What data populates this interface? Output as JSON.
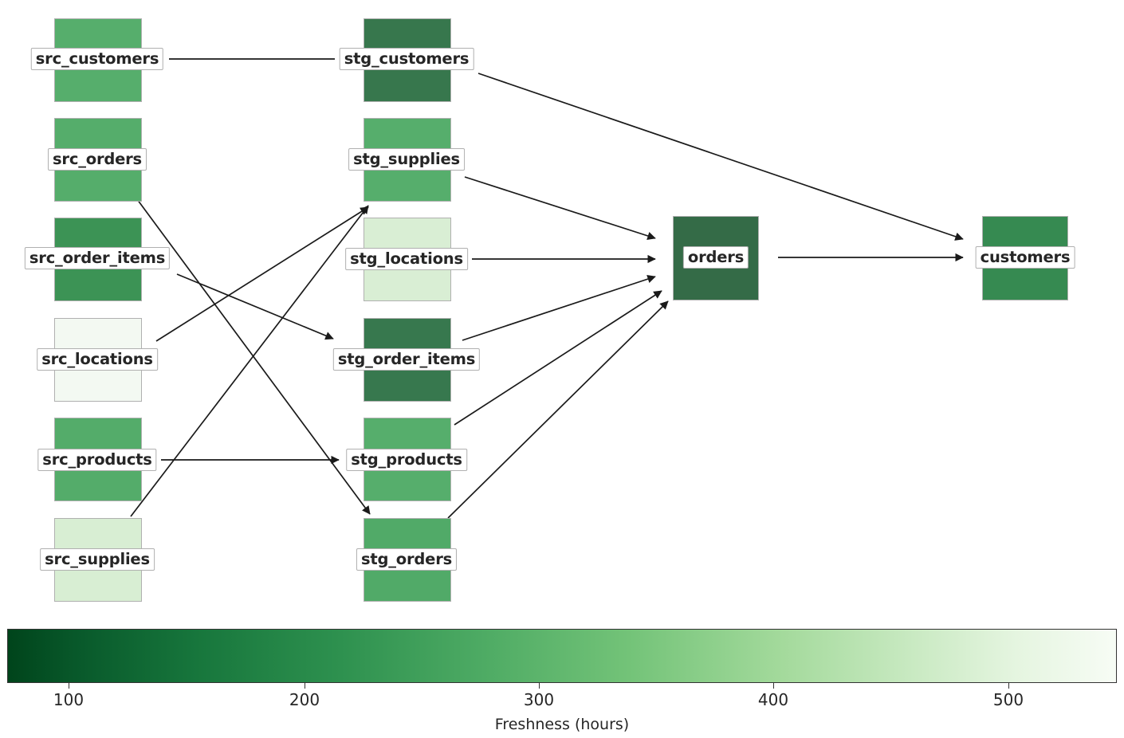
{
  "chart_data": {
    "type": "diagram",
    "subtype": "data-lineage-dag",
    "title": "",
    "colorbar": {
      "label": "Freshness (hours)",
      "ticks": [
        100,
        200,
        300,
        400,
        500
      ],
      "tick_labels": [
        "100",
        "200",
        "300",
        "400",
        "500"
      ],
      "range": [
        62,
        560
      ],
      "colormap": "Greens_reversed",
      "dark_end_value": 62,
      "light_end_value": 560
    },
    "nodes": [
      {
        "id": "src_customers",
        "label": "src_customers",
        "layer": 0,
        "row": 0,
        "color": "#56ae6c",
        "freshness": 232
      },
      {
        "id": "src_orders",
        "label": "src_orders",
        "layer": 0,
        "row": 1,
        "color": "#55ad6b",
        "freshness": 231
      },
      {
        "id": "src_order_items",
        "label": "src_order_items",
        "layer": 0,
        "row": 2,
        "color": "#3c9355",
        "freshness": 182
      },
      {
        "id": "src_locations",
        "label": "src_locations",
        "layer": 0,
        "row": 3,
        "color": "#f3f9f2",
        "freshness": 545
      },
      {
        "id": "src_products",
        "label": "src_products",
        "layer": 0,
        "row": 4,
        "color": "#54ac6a",
        "freshness": 230
      },
      {
        "id": "src_supplies",
        "label": "src_supplies",
        "layer": 0,
        "row": 5,
        "color": "#d8eed3",
        "freshness": 472
      },
      {
        "id": "stg_customers",
        "label": "stg_customers",
        "layer": 1,
        "row": 0,
        "color": "#37774d",
        "freshness": 140
      },
      {
        "id": "stg_supplies",
        "label": "stg_supplies",
        "layer": 1,
        "row": 1,
        "color": "#56ae6c",
        "freshness": 232
      },
      {
        "id": "stg_locations",
        "label": "stg_locations",
        "layer": 1,
        "row": 2,
        "color": "#d9eed4",
        "freshness": 470
      },
      {
        "id": "stg_order_items",
        "label": "stg_order_items",
        "layer": 1,
        "row": 3,
        "color": "#37784e",
        "freshness": 141
      },
      {
        "id": "stg_products",
        "label": "stg_products",
        "layer": 1,
        "row": 4,
        "color": "#56ae6c",
        "freshness": 232
      },
      {
        "id": "stg_orders",
        "label": "stg_orders",
        "layer": 1,
        "row": 5,
        "color": "#51aa68",
        "freshness": 226
      },
      {
        "id": "orders",
        "label": "orders",
        "layer": 2,
        "row": 0,
        "color": "#346b47",
        "freshness": 122
      },
      {
        "id": "customers",
        "label": "customers",
        "layer": 3,
        "row": 0,
        "color": "#368a51",
        "freshness": 168
      }
    ],
    "edges": [
      {
        "from": "src_customers",
        "to": "stg_customers"
      },
      {
        "from": "src_orders",
        "to": "stg_orders"
      },
      {
        "from": "src_order_items",
        "to": "stg_order_items"
      },
      {
        "from": "src_locations",
        "to": "stg_locations"
      },
      {
        "from": "src_products",
        "to": "stg_products"
      },
      {
        "from": "src_supplies",
        "to": "stg_supplies"
      },
      {
        "from": "stg_supplies",
        "to": "orders"
      },
      {
        "from": "stg_locations",
        "to": "orders"
      },
      {
        "from": "stg_order_items",
        "to": "orders"
      },
      {
        "from": "stg_products",
        "to": "orders"
      },
      {
        "from": "stg_orders",
        "to": "orders"
      },
      {
        "from": "stg_customers",
        "to": "customers"
      },
      {
        "from": "orders",
        "to": "customers"
      }
    ]
  },
  "nodes": {
    "src_customers": "src_customers",
    "src_orders": "src_orders",
    "src_order_items": "src_order_items",
    "src_locations": "src_locations",
    "src_products": "src_products",
    "src_supplies": "src_supplies",
    "stg_customers": "stg_customers",
    "stg_supplies": "stg_supplies",
    "stg_locations": "stg_locations",
    "stg_order_items": "stg_order_items",
    "stg_products": "stg_products",
    "stg_orders": "stg_orders",
    "orders": "orders",
    "customers": "customers"
  },
  "colorbar": {
    "title": "Freshness (hours)",
    "tick_100": "100",
    "tick_200": "200",
    "tick_300": "300",
    "tick_400": "400",
    "tick_500": "500"
  }
}
